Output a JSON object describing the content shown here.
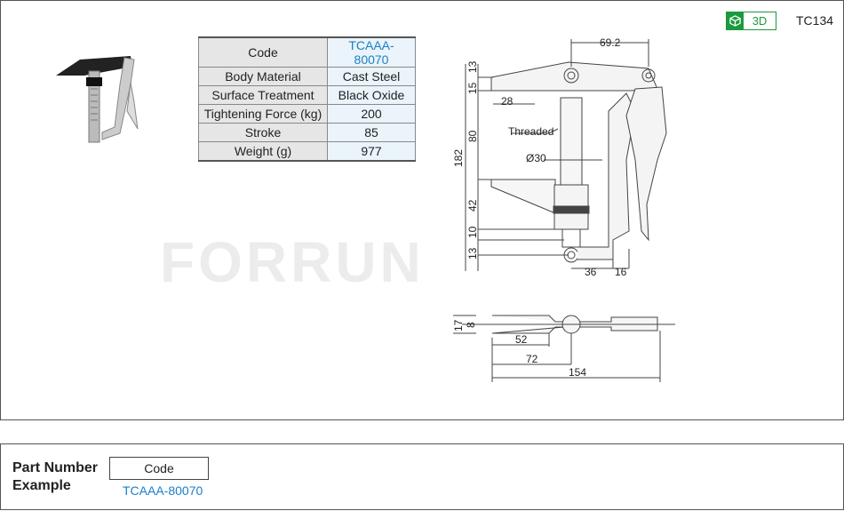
{
  "header": {
    "badge_3d": "3D",
    "product_code": "TC134"
  },
  "specs": [
    {
      "key": "Code",
      "value": "TCAAA-80070"
    },
    {
      "key": "Body Material",
      "value": "Cast Steel"
    },
    {
      "key": "Surface Treatment",
      "value": "Black Oxide"
    },
    {
      "key": "Tightening Force (kg)",
      "value": "200"
    },
    {
      "key": "Stroke",
      "value": "85"
    },
    {
      "key": "Weight (g)",
      "value": "977"
    }
  ],
  "watermark": "FORRUN",
  "drawing": {
    "threaded_label": "Threaded",
    "dims": {
      "d692": "69.2",
      "d13a": "13",
      "d15": "15",
      "d28": "28",
      "d80": "80",
      "d182": "182",
      "d30": "Ø30",
      "d42": "42",
      "d10": "10",
      "d13b": "13",
      "d36": "36",
      "d16": "16",
      "d17": "17",
      "d8": "8",
      "d52": "52",
      "d72": "72",
      "d154": "154"
    }
  },
  "part_number": {
    "label_line1": "Part Number",
    "label_line2": "Example",
    "code_header": "Code",
    "code_value": "TCAAA-80070"
  },
  "colors": {
    "accent_blue": "#1a7fc9",
    "badge_green": "#1a9a3c"
  }
}
